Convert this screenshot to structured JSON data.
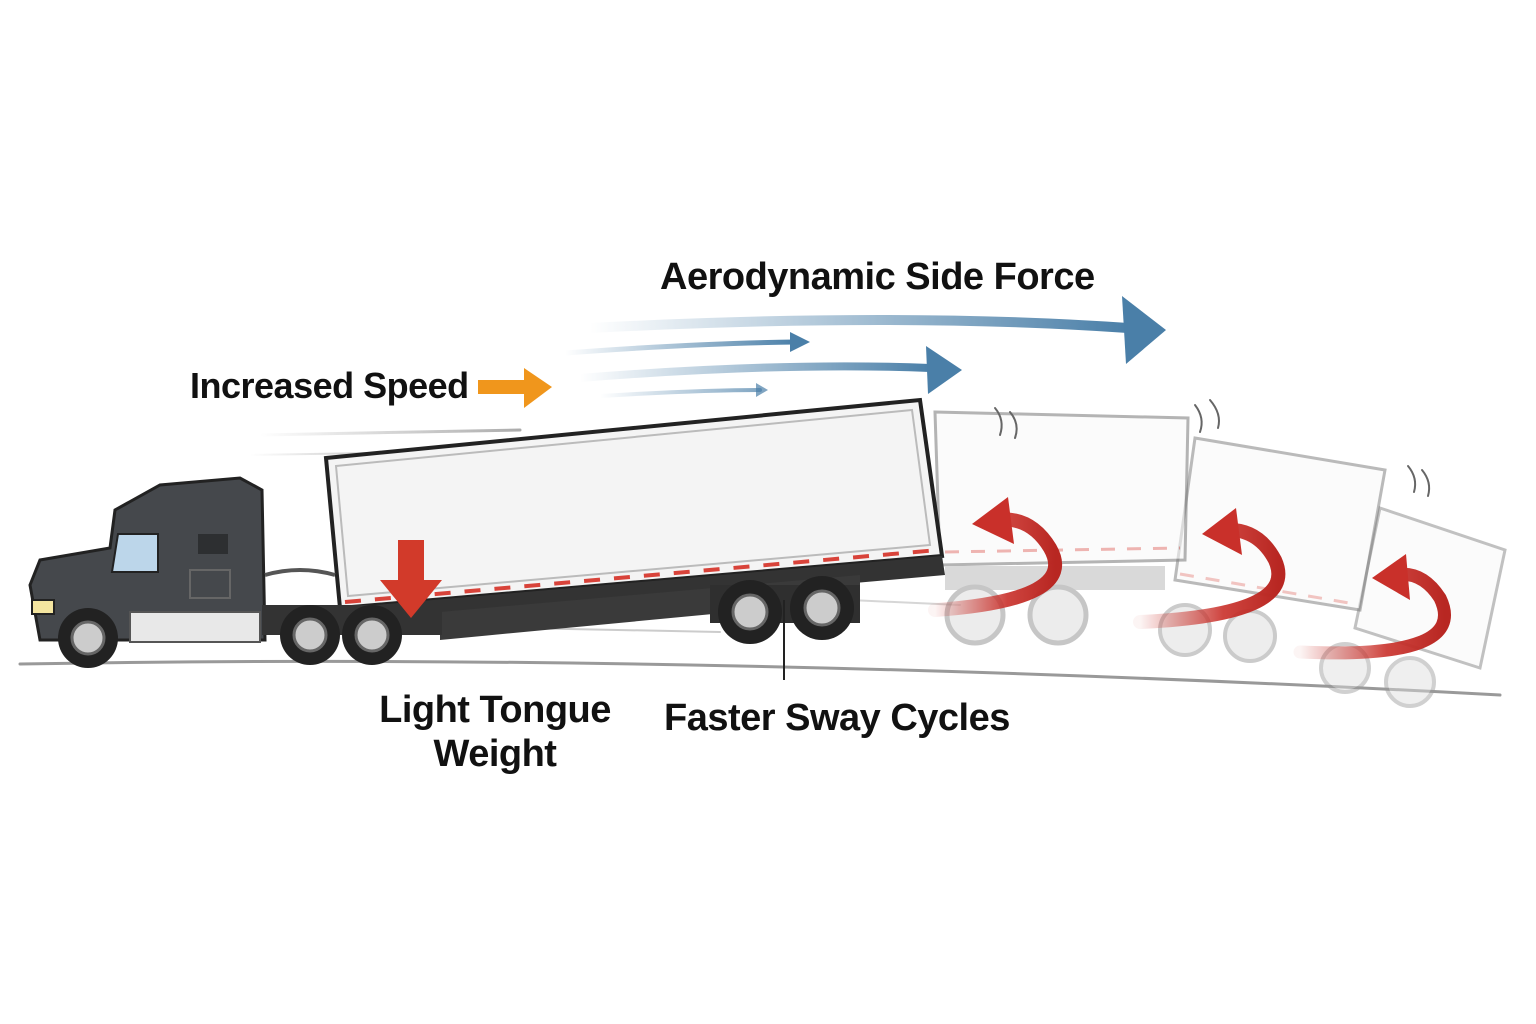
{
  "labels": {
    "aerodynamic_side_force": "Aerodynamic Side Force",
    "increased_speed": "Increased Speed",
    "light_tongue_weight": "Light Tongue Weight",
    "faster_sway_cycles": "Faster Sway Cycles"
  },
  "colors": {
    "speed_arrow": "#f0961c",
    "aero_arrow": "#4a7fa8",
    "down_arrow": "#d23a2a",
    "rotation_arrow": "#c9302a",
    "cab_body": "#45484c",
    "trailer_body": "#f4f4f4",
    "reflector_stripe": "#d8433a"
  },
  "icons": {
    "truck": "semi-truck-cab-icon",
    "trailer": "box-trailer-icon",
    "rotation": "curved-rotation-arrow-icon",
    "down": "down-arrow-icon"
  }
}
